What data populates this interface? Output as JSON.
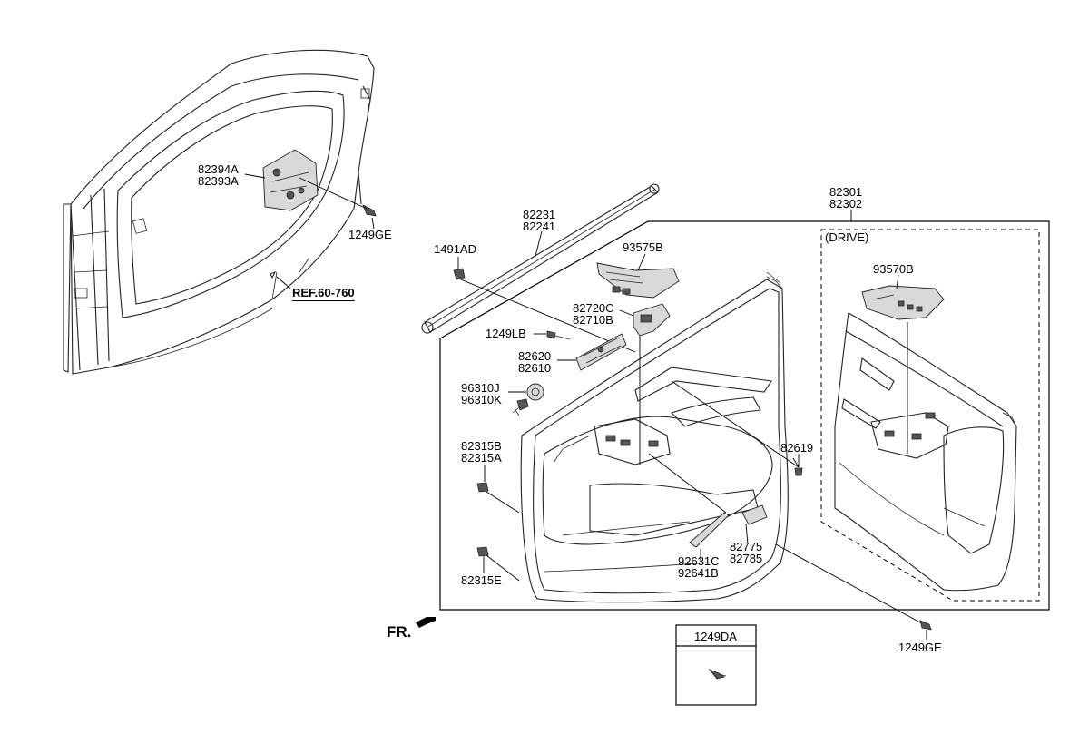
{
  "parts": {
    "p82394A": "82394A",
    "p82393A": "82393A",
    "p1249GE_top": "1249GE",
    "ref": "REF.60-760",
    "p82231": "82231",
    "p82241": "82241",
    "p1491AD": "1491AD",
    "p93575B": "93575B",
    "p82301": "82301",
    "p82302": "82302",
    "drive": "(DRIVE)",
    "p93570B": "93570B",
    "p82720C": "82720C",
    "p82710B": "82710B",
    "p1249LB": "1249LB",
    "p82620": "82620",
    "p82610": "82610",
    "p96310J": "96310J",
    "p96310K": "96310K",
    "p82315B": "82315B",
    "p82315A": "82315A",
    "p82619": "82619",
    "p82315E": "82315E",
    "p92631C": "92631C",
    "p92641B": "92641B",
    "p82775": "82775",
    "p82785": "82785",
    "fr": "FR.",
    "p1249DA": "1249DA",
    "p1249GE_bottom": "1249GE"
  }
}
